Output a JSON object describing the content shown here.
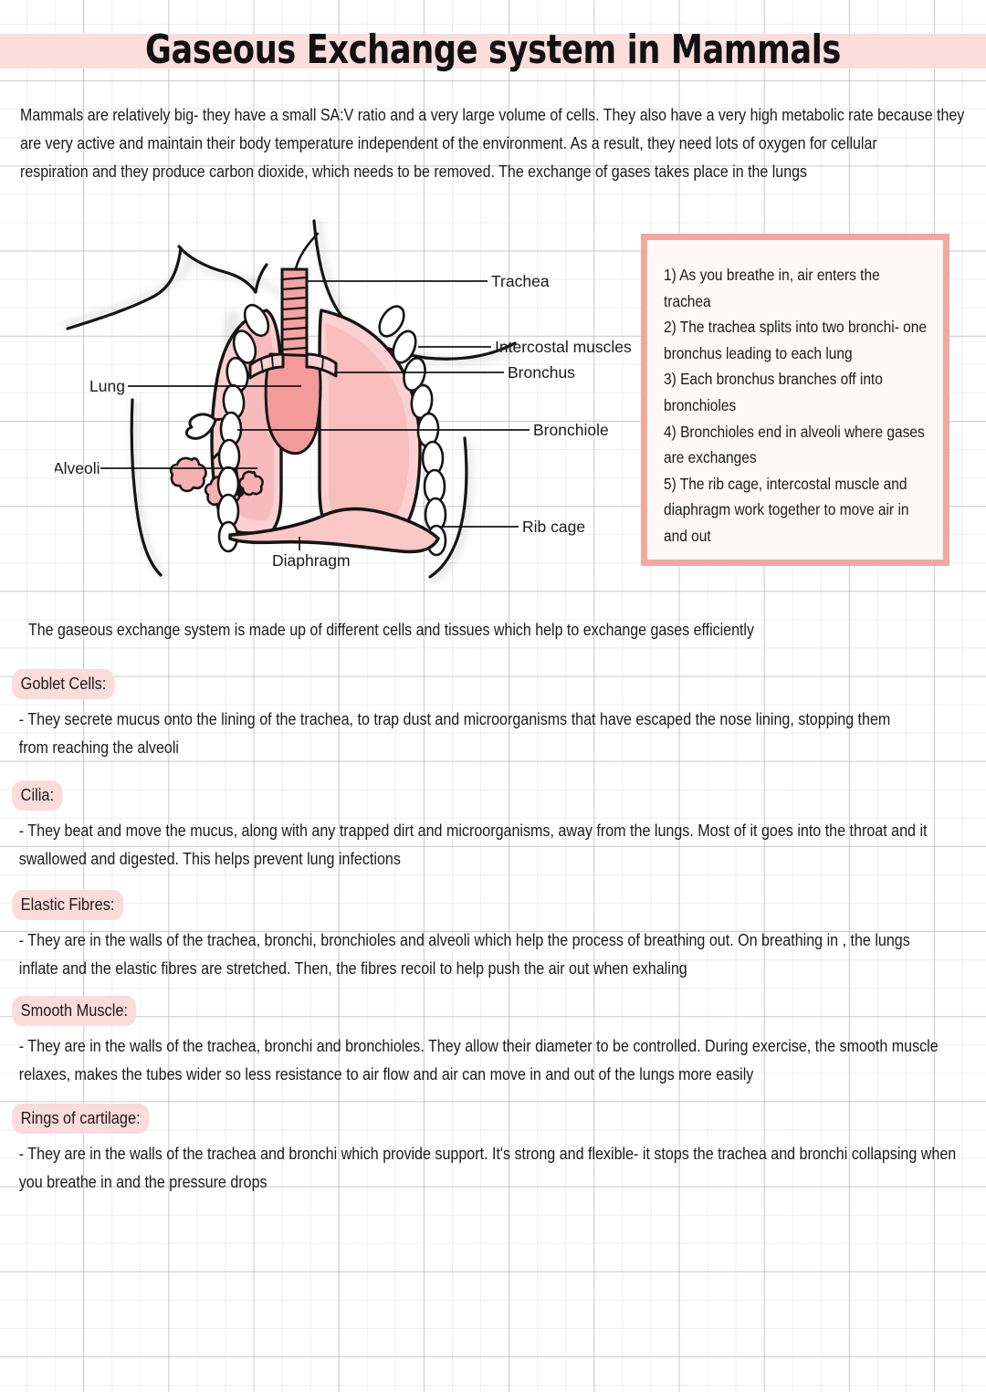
{
  "page": {
    "title": "Gaseous Exchange system in Mammals",
    "accent_pink": "#f3a79f",
    "highlight_pink": "#fadcda",
    "lung_fill": "#f9c3c3",
    "paper_grid": "#aaacb0"
  },
  "intro_paragraph": [
    "Mammals are relatively big- they have a small SA:V ratio and a very large volume of cells. They also have a very high metabolic rate because they",
    "are very active and maintain their body temperature independent of the environment. As a result, they need lots of oxygen for cellular",
    "respiration and they produce carbon dioxide, which needs to be removed. The exchange of gases takes place in the lungs"
  ],
  "diagram": {
    "name": "gaseous-exchange-lungs-diagram",
    "labels": [
      {
        "id": "trachea",
        "text": "Trachea"
      },
      {
        "id": "intercostal-muscles",
        "text": "Intercostal muscles"
      },
      {
        "id": "bronchus",
        "text": "Bronchus"
      },
      {
        "id": "bronchiole",
        "text": "Bronchiole"
      },
      {
        "id": "rib-cage",
        "text": "Rib cage"
      },
      {
        "id": "lung",
        "text": "Lung"
      },
      {
        "id": "alveoli",
        "text": "Alveoli"
      },
      {
        "id": "diaphragm",
        "text": "Diaphragm"
      }
    ],
    "label_trachea": "Trachea",
    "label_intercostal": "Intercostal muscles",
    "label_bronchus": "Bronchus",
    "label_bronchiole": "Bronchiole",
    "label_ribcage": "Rib cage",
    "label_lung": "Lung",
    "label_alveoli": "Alveoli",
    "label_diaphragm": "Diaphragm"
  },
  "steps_box": {
    "items": [
      "1) As you breathe in, air enters the trachea",
      "2) The trachea splits into two bronchi- one bronchus leading to each lung",
      "3) Each bronchus branches off into bronchioles",
      "4) Bronchioles end in alveoli where gases are exchanges",
      "5) The rib cage, intercostal muscle and diaphragm work together to move air in and out"
    ]
  },
  "subtitle": "The gaseous exchange system is made up of different cells and tissues which help to exchange gases efficiently",
  "sections": [
    {
      "heading": "Goblet Cells:",
      "lines": [
        "- They secrete mucus onto the lining of the trachea, to trap dust and microorganisms that have escaped the nose lining, stopping them",
        "from reaching the alveoli"
      ]
    },
    {
      "heading": "Cilia:",
      "lines": [
        "- They beat and move the mucus, along with any trapped dirt and microorganisms, away from the lungs. Most of it goes into the throat and it",
        "swallowed and digested. This helps prevent lung infections"
      ]
    },
    {
      "heading": "Elastic Fibres:",
      "lines": [
        "- They are in the walls of the trachea, bronchi, bronchioles and alveoli which help the process of breathing out. On breathing in , the lungs",
        "inflate and the elastic fibres are stretched. Then, the fibres recoil to help push the air out when exhaling"
      ]
    },
    {
      "heading": "Smooth Muscle:",
      "lines": [
        "- They are in the walls of the trachea, bronchi and bronchioles. They allow their diameter to be controlled. During exercise, the smooth muscle",
        "relaxes, makes the tubes wider so less resistance to air flow and air can move in and out of the lungs more easily"
      ]
    },
    {
      "heading": "Rings of cartilage:",
      "lines": [
        "- They are in the walls of the trachea and bronchi which provide support. It's strong and flexible- it stops the trachea and bronchi collapsing when",
        "you breathe in and the pressure drops"
      ]
    }
  ]
}
